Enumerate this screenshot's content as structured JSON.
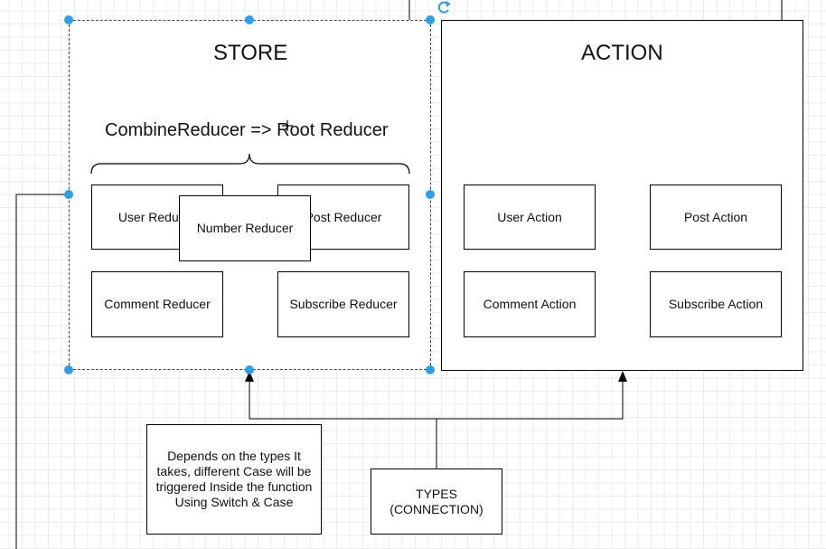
{
  "store": {
    "title": "STORE",
    "combine_text": "CombineReducer => Root Reducer",
    "reducers": [
      "User Reducer",
      "Post Reducer",
      "Comment Reducer",
      "Subscribe Reducer"
    ],
    "overlay_reducer": "Number Reducer"
  },
  "action": {
    "title": "ACTION",
    "actions": [
      "User Action",
      "Post Action",
      "Comment Action",
      "Subscribe Action"
    ]
  },
  "note": {
    "lines": [
      "Depends on the types It",
      "takes, different Case will be",
      "triggered Inside the function",
      "Using Switch & Case"
    ]
  },
  "types": {
    "lines": [
      "TYPES",
      "(CONNECTION)"
    ]
  },
  "colors": {
    "selection": "#29a0ef",
    "grid": "#ececec",
    "stroke": "#000000"
  }
}
